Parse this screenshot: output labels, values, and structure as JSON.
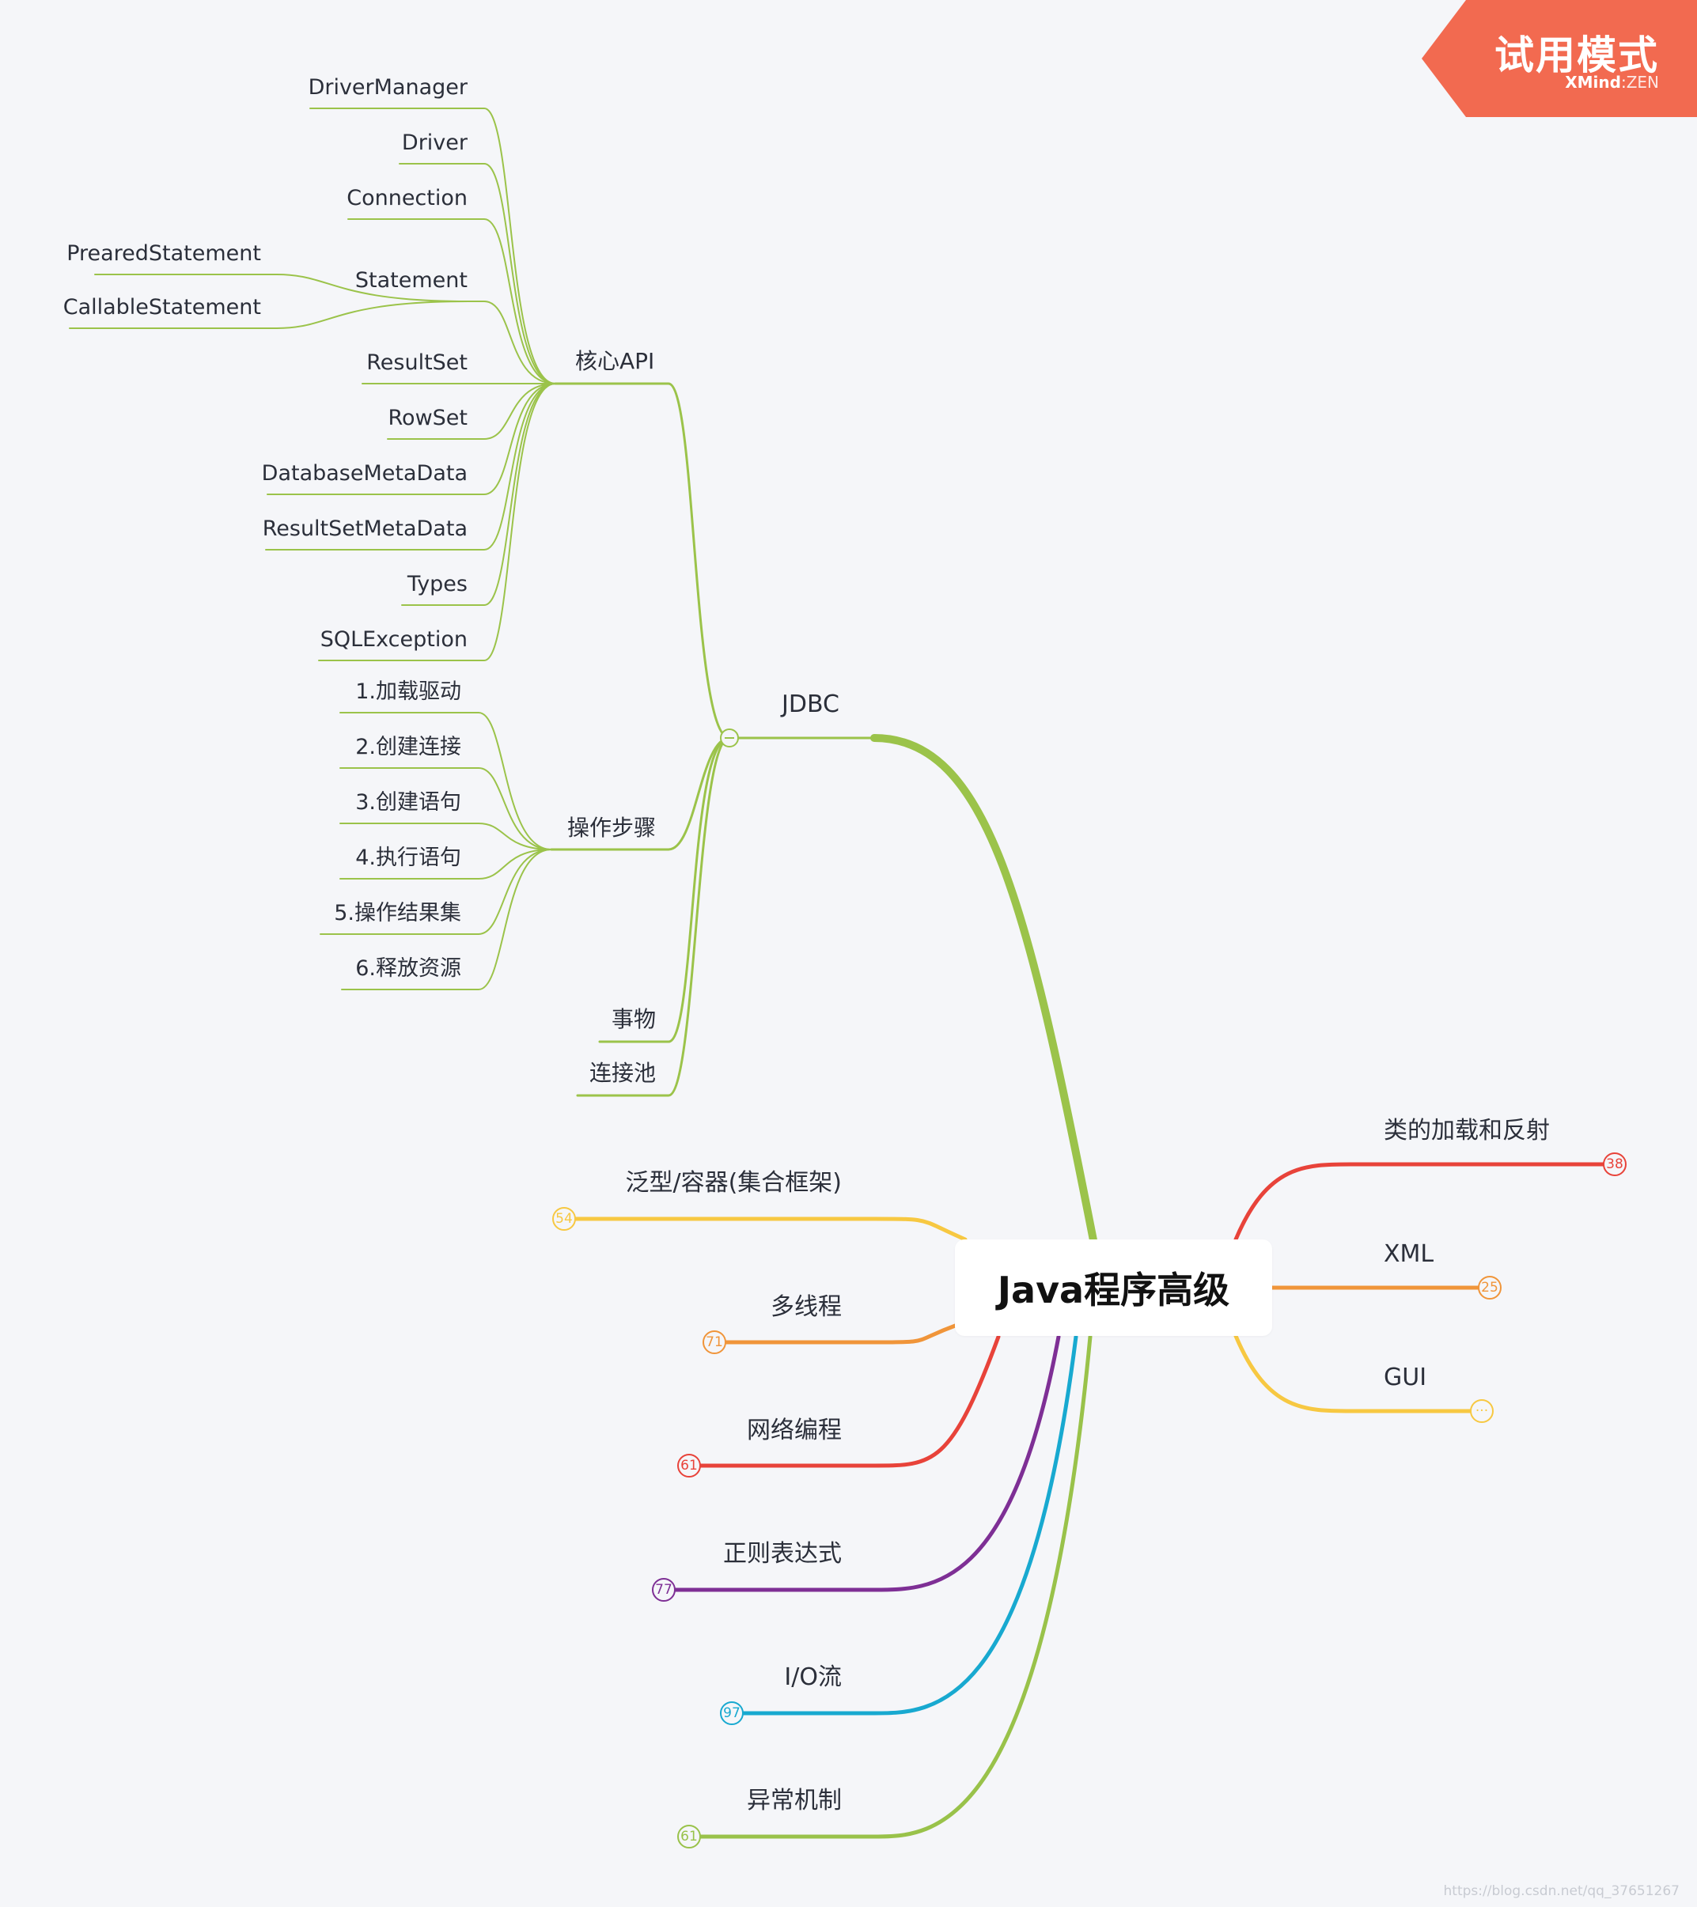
{
  "central": "Java程序高级",
  "jdbc": {
    "label": "JDBC",
    "core_api": {
      "label": "核心API",
      "items": [
        "DriverManager",
        "Driver",
        "Connection",
        "Statement",
        "ResultSet",
        "RowSet",
        "DatabaseMetaData",
        "ResultSetMetaData",
        "Types",
        "SQLException"
      ],
      "statement_children": [
        "PrearedStatement",
        "CallableStatement"
      ]
    },
    "steps": {
      "label": "操作步骤",
      "items": [
        "1.加载驱动",
        "2.创建连接",
        "3.创建语句",
        "4.执行语句",
        "5.操作结果集",
        "6.释放资源"
      ]
    },
    "transaction": "事物",
    "pool": "连接池"
  },
  "left_branches": [
    {
      "label": "泛型/容器(集合框架)",
      "count": "54",
      "color": "#f7c842"
    },
    {
      "label": "多线程",
      "count": "71",
      "color": "#f0953a"
    },
    {
      "label": "网络编程",
      "count": "61",
      "color": "#e8433a"
    },
    {
      "label": "正则表达式",
      "count": "77",
      "color": "#7e2f95"
    },
    {
      "label": "I/O流",
      "count": "97",
      "color": "#18a9d0"
    },
    {
      "label": "异常机制",
      "count": "61",
      "color": "#99c24a"
    }
  ],
  "right_branches": [
    {
      "label": "类的加载和反射",
      "count": "38",
      "color": "#e8433a"
    },
    {
      "label": "XML",
      "count": "25",
      "color": "#f0953a"
    },
    {
      "label": "GUI",
      "count": "···",
      "color": "#f7c842"
    }
  ],
  "trial": {
    "title": "试用模式",
    "brand": "XMind",
    "separator": ":",
    "edition": "ZEN",
    "color": "#f26a50"
  },
  "watermark": "https://blog.csdn.net/qq_37651267",
  "colors": {
    "jdbc": "#9bc34a",
    "background": "#f5f6f9"
  }
}
